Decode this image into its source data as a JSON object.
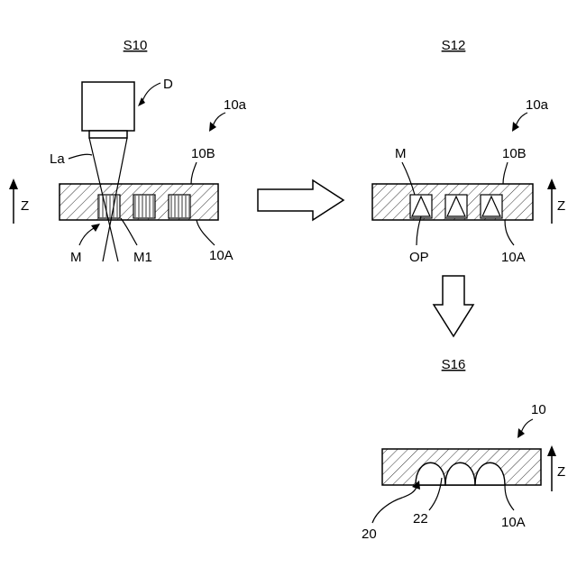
{
  "panels": {
    "s10": {
      "step": "S10",
      "detector": "D",
      "substrate": "10a",
      "surface_top": "10B",
      "surface_bottom": "10A",
      "beam": "La",
      "marker": "M",
      "marker_part": "M1",
      "axis": "Z"
    },
    "s12": {
      "step": "S12",
      "substrate": "10a",
      "surface_top": "10B",
      "surface_bottom": "10A",
      "marker": "M",
      "opening": "OP",
      "axis": "Z"
    },
    "s16": {
      "step": "S16",
      "substrate": "10",
      "surface_bottom": "10A",
      "lens_array": "20",
      "lens": "22",
      "axis": "Z"
    }
  },
  "colors": {
    "line": "#000000",
    "background": "#ffffff"
  }
}
